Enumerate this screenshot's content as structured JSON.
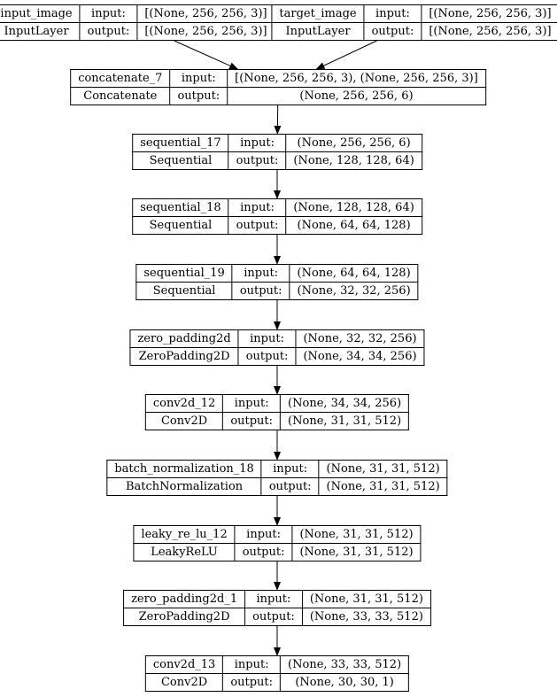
{
  "diagram": {
    "kind": "keras-layer-graph",
    "io_labels": {
      "input": "input:",
      "output": "output:"
    },
    "nodes": [
      {
        "name": "input_image",
        "layer_type": "InputLayer",
        "input": "[(None, 256, 256, 3)]",
        "output": "[(None, 256, 256, 3)]"
      },
      {
        "name": "target_image",
        "layer_type": "InputLayer",
        "input": "[(None, 256, 256, 3)]",
        "output": "[(None, 256, 256, 3)]"
      },
      {
        "name": "concatenate_7",
        "layer_type": "Concatenate",
        "input": "[(None, 256, 256, 3), (None, 256, 256, 3)]",
        "output": "(None, 256, 256, 6)"
      },
      {
        "name": "sequential_17",
        "layer_type": "Sequential",
        "input": "(None, 256, 256, 6)",
        "output": "(None, 128, 128, 64)"
      },
      {
        "name": "sequential_18",
        "layer_type": "Sequential",
        "input": "(None, 128, 128, 64)",
        "output": "(None, 64, 64, 128)"
      },
      {
        "name": "sequential_19",
        "layer_type": "Sequential",
        "input": "(None, 64, 64, 128)",
        "output": "(None, 32, 32, 256)"
      },
      {
        "name": "zero_padding2d",
        "layer_type": "ZeroPadding2D",
        "input": "(None, 32, 32, 256)",
        "output": "(None, 34, 34, 256)"
      },
      {
        "name": "conv2d_12",
        "layer_type": "Conv2D",
        "input": "(None, 34, 34, 256)",
        "output": "(None, 31, 31, 512)"
      },
      {
        "name": "batch_normalization_18",
        "layer_type": "BatchNormalization",
        "input": "(None, 31, 31, 512)",
        "output": "(None, 31, 31, 512)"
      },
      {
        "name": "leaky_re_lu_12",
        "layer_type": "LeakyReLU",
        "input": "(None, 31, 31, 512)",
        "output": "(None, 31, 31, 512)"
      },
      {
        "name": "zero_padding2d_1",
        "layer_type": "ZeroPadding2D",
        "input": "(None, 31, 31, 512)",
        "output": "(None, 33, 33, 512)"
      },
      {
        "name": "conv2d_13",
        "layer_type": "Conv2D",
        "input": "(None, 33, 33, 512)",
        "output": "(None, 30, 30, 1)"
      }
    ],
    "edges": [
      [
        0,
        2
      ],
      [
        1,
        2
      ],
      [
        2,
        3
      ],
      [
        3,
        4
      ],
      [
        4,
        5
      ],
      [
        5,
        6
      ],
      [
        6,
        7
      ],
      [
        7,
        8
      ],
      [
        8,
        9
      ],
      [
        9,
        10
      ],
      [
        10,
        11
      ]
    ],
    "colors": {
      "background": "#ffffff",
      "node_border": "#000000",
      "edge": "#000000",
      "text": "#000000"
    }
  }
}
